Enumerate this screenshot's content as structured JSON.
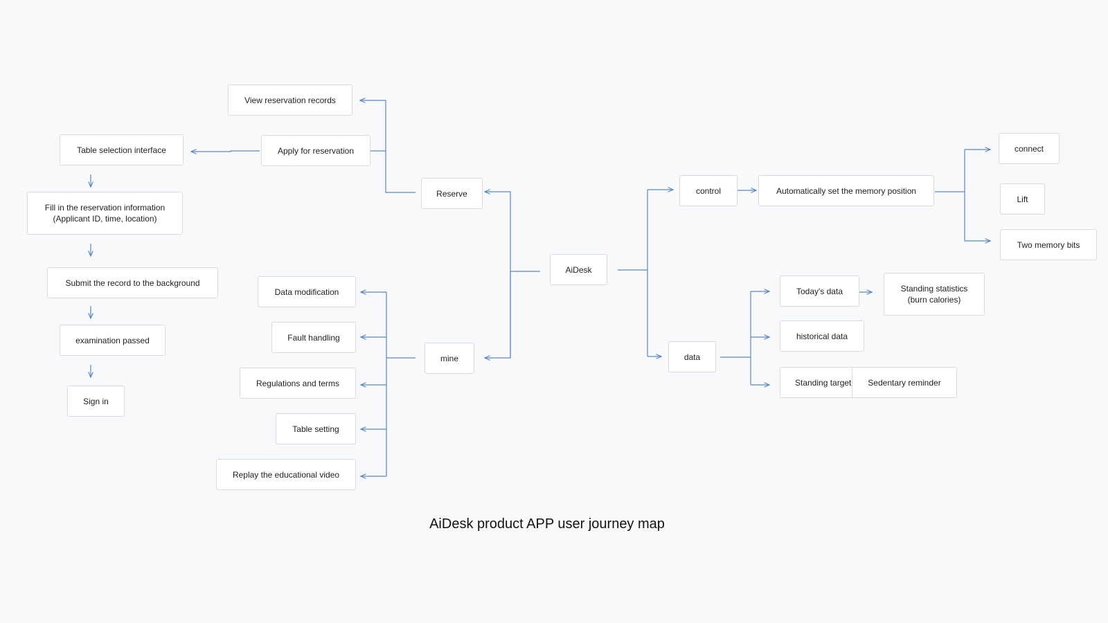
{
  "title": "AiDesk product APP user journey map",
  "colors": {
    "connector": "#5b86c0",
    "node_border": "#d7dbe1",
    "background": "#f8f9fb"
  },
  "nodes": {
    "view_records": "View reservation records",
    "table_selection": "Table selection interface",
    "apply_reservation": "Apply for reservation",
    "fill_info": "Fill in the reservation information\n(Applicant ID, time, location)",
    "reserve": "Reserve",
    "submit_record": "Submit the record to the background",
    "examination": "examination passed",
    "sign_in": "Sign in",
    "data_mod": "Data modification",
    "fault": "Fault handling",
    "regulations": "Regulations and terms",
    "table_setting": "Table setting",
    "replay_video": "Replay the educational video",
    "mine": "mine",
    "aidesk": "AiDesk",
    "control": "control",
    "auto_memory": "Automatically set the memory position",
    "connect": "connect",
    "lift": "Lift",
    "two_memory": "Two memory bits",
    "data": "data",
    "todays_data": "Today's data",
    "standing_stats": "Standing statistics\n(burn calories)",
    "historical": "historical data",
    "standing_target": "Standing target",
    "sedentary": "Sedentary reminder"
  }
}
